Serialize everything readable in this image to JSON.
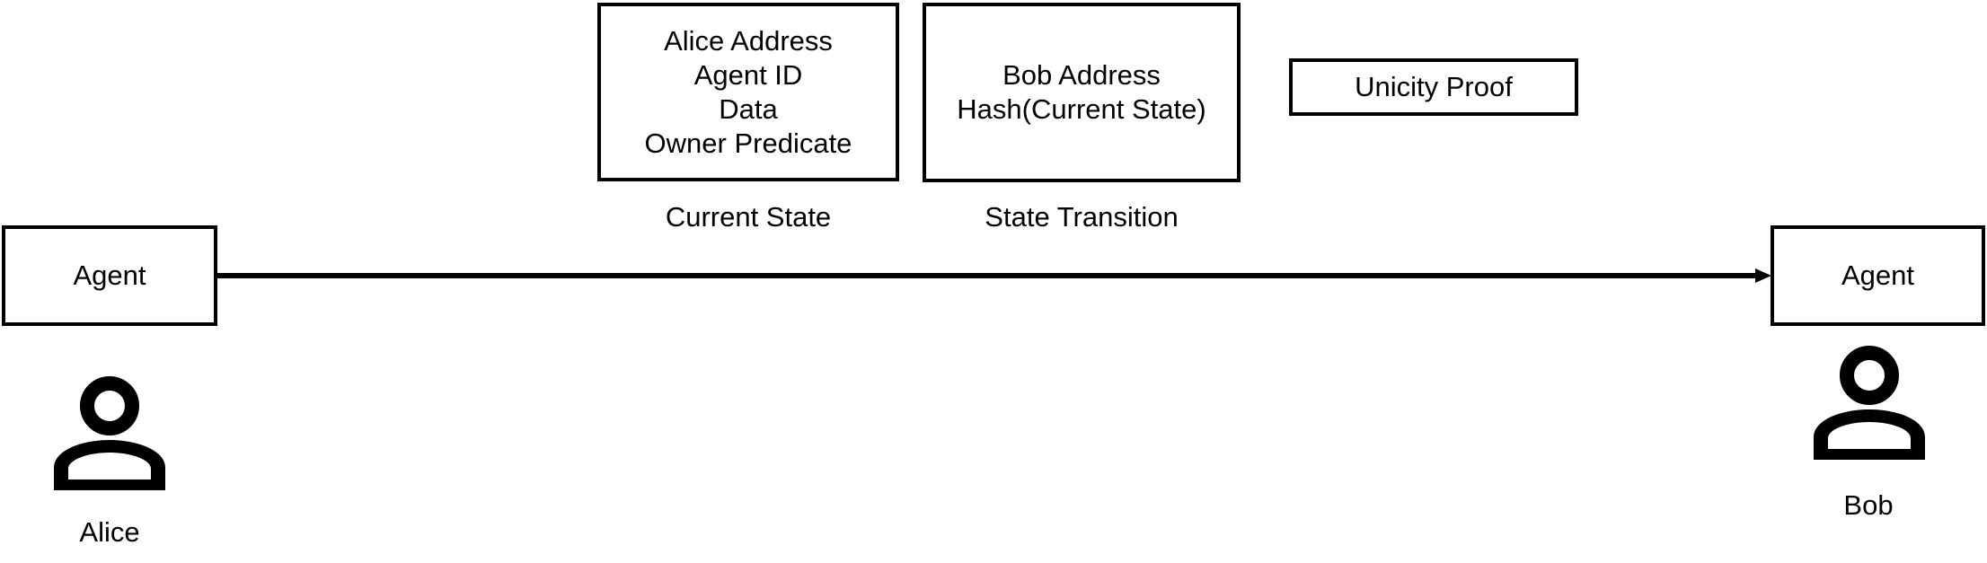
{
  "diagram": {
    "current_state": {
      "lines": [
        "Alice Address",
        "Agent ID",
        "Data",
        "Owner Predicate"
      ],
      "caption": "Current State"
    },
    "state_transition": {
      "lines": [
        "Bob Address",
        "Hash(Current State)"
      ],
      "caption": "State Transition"
    },
    "unicity_proof": {
      "label": "Unicity Proof"
    },
    "sender": {
      "agent_label": "Agent",
      "person_name": "Alice",
      "icon": "person-icon"
    },
    "receiver": {
      "agent_label": "Agent",
      "person_name": "Bob",
      "icon": "person-icon"
    },
    "transfer_arrow": {
      "from": "Alice Agent",
      "to": "Bob Agent"
    }
  }
}
